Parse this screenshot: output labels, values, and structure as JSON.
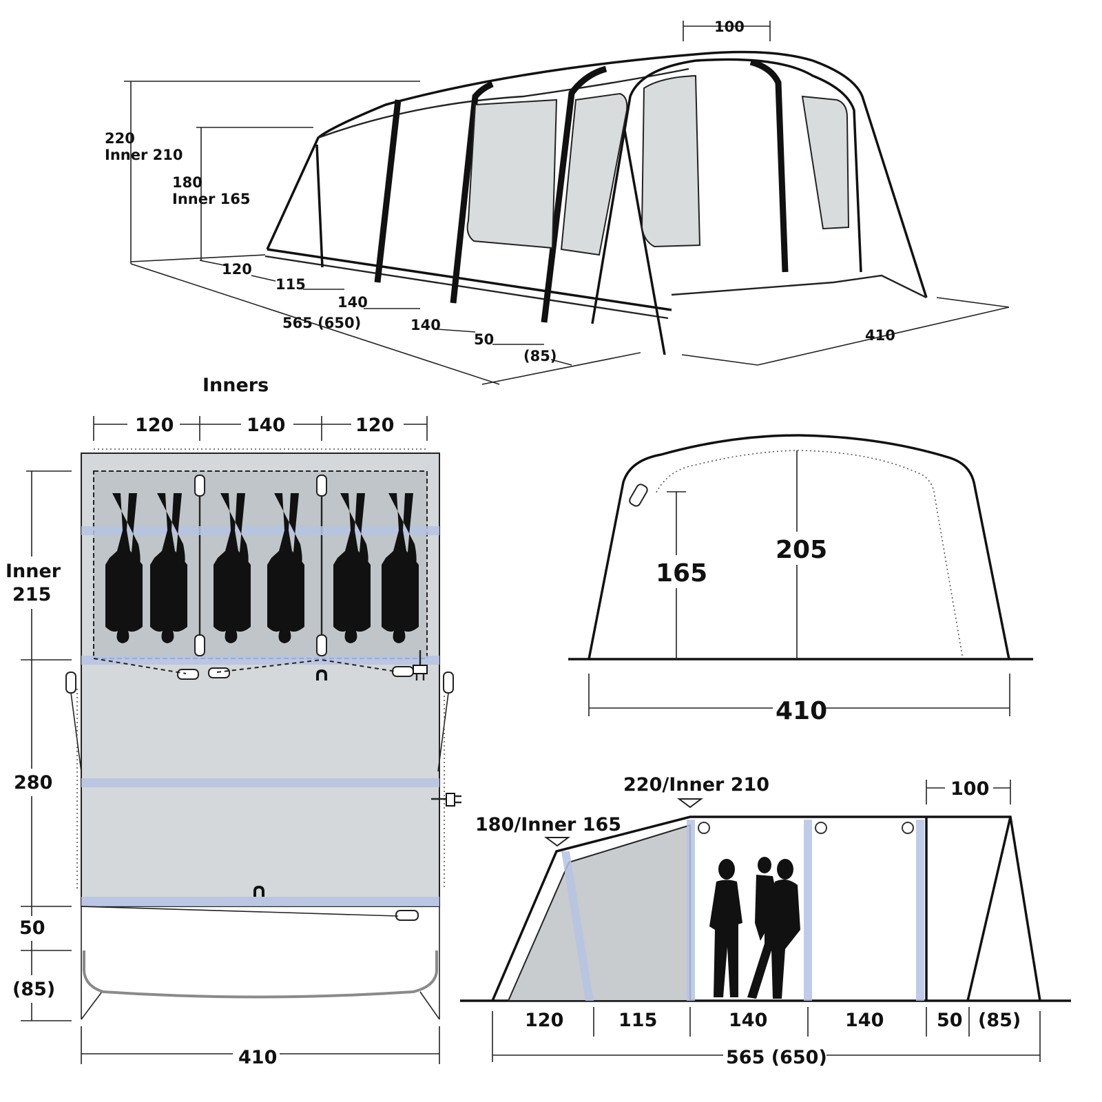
{
  "perspective": {
    "top_width": "100",
    "height_outer": "220",
    "height_outer_inner": "Inner 210",
    "height_front": "180",
    "height_front_inner": "Inner 165",
    "seg_1": "120",
    "seg_2": "115",
    "seg_3": "140",
    "seg_4": "140",
    "seg_5": "50",
    "seg_6": "(85)",
    "total_length": "565 (650)",
    "width": "410"
  },
  "floorplan": {
    "title": "Inners",
    "top_1": "120",
    "top_2": "140",
    "top_3": "120",
    "left_inner_line1": "Inner",
    "left_inner_line2": "215",
    "left_living": "280",
    "left_porch": "50",
    "left_canopy": "(85)",
    "bottom_width": "410"
  },
  "front_view": {
    "height_side": "165",
    "height_center": "205",
    "width": "410"
  },
  "side_view": {
    "label_high": "220/Inner 210",
    "label_low": "180/Inner 165",
    "top_canopy": "100",
    "seg_1": "120",
    "seg_2": "115",
    "seg_3": "140",
    "seg_4": "140",
    "seg_5": "50",
    "seg_6": "(85)",
    "total": "565 (650)"
  }
}
